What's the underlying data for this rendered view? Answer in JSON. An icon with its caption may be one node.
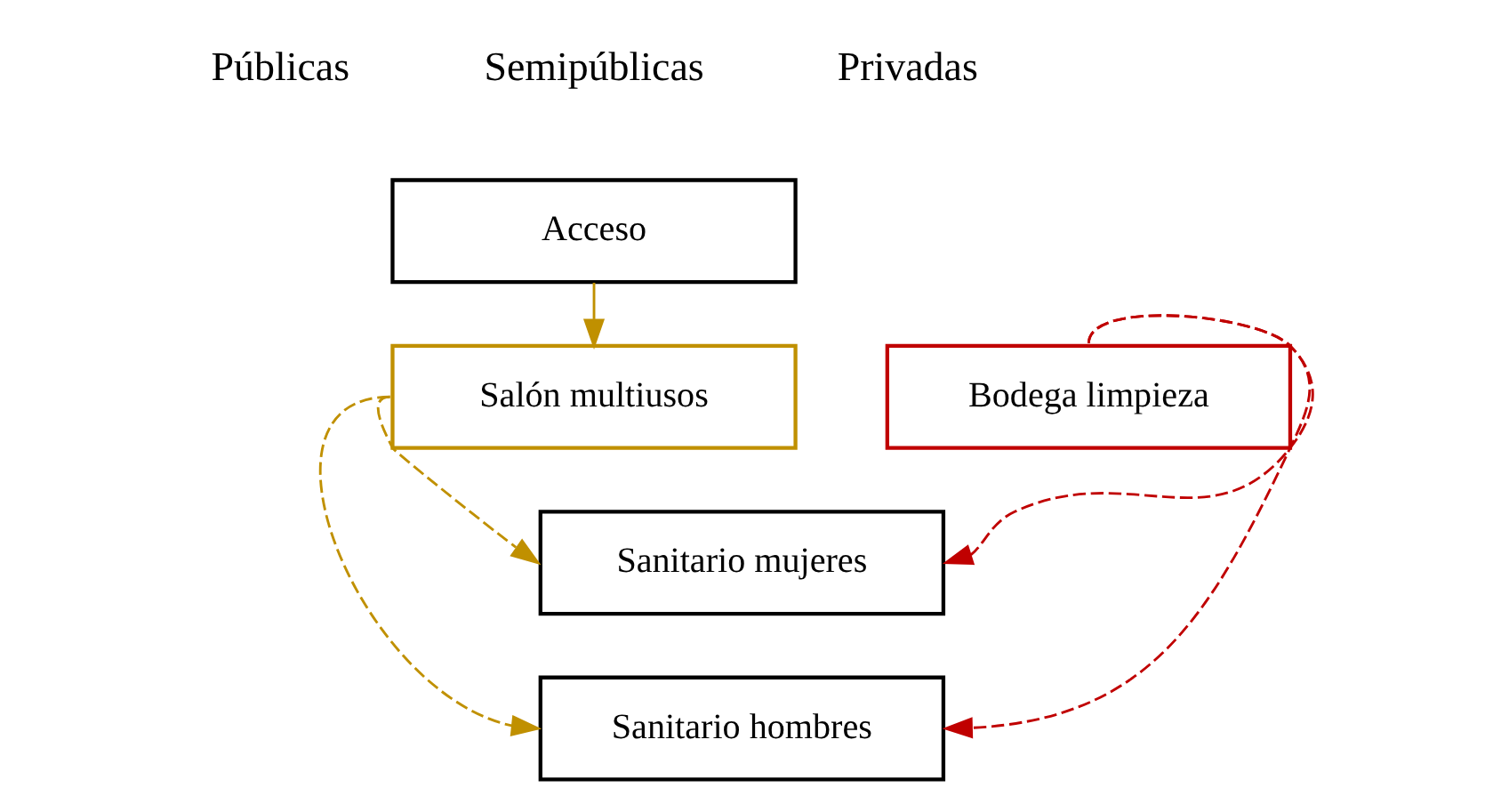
{
  "diagram": {
    "nodes": [
      {
        "text": [
          "Acceso"
        ]
      },
      {
        "text": [
          "Salón multiusos"
        ]
      },
      {
        "text": [
          "Sanitario mujeres"
        ]
      },
      {
        "text": [
          "Sanitario hombres"
        ]
      },
      {
        "text": [
          "Bodega limpieza"
        ]
      }
    ],
    "edges": [
      {
        "from": 0,
        "to": 1,
        "arrow": "to"
      },
      {
        "from": 1,
        "to": 2,
        "arrow": "to",
        "style": "dashed"
      },
      {
        "from": 1,
        "to": 3,
        "arrow": "to",
        "style": "dashed"
      },
      {
        "from": 4,
        "to": 2,
        "arrow": "to",
        "style": "dashed",
        "color": "#c00000"
      },
      {
        "from": 4,
        "to": 3,
        "arrow": "to",
        "style": "dashed",
        "color": "#c00000"
      }
    ],
    "labels": [
      "Públicas",
      "Semipúblicas",
      "Privadas"
    ]
  }
}
